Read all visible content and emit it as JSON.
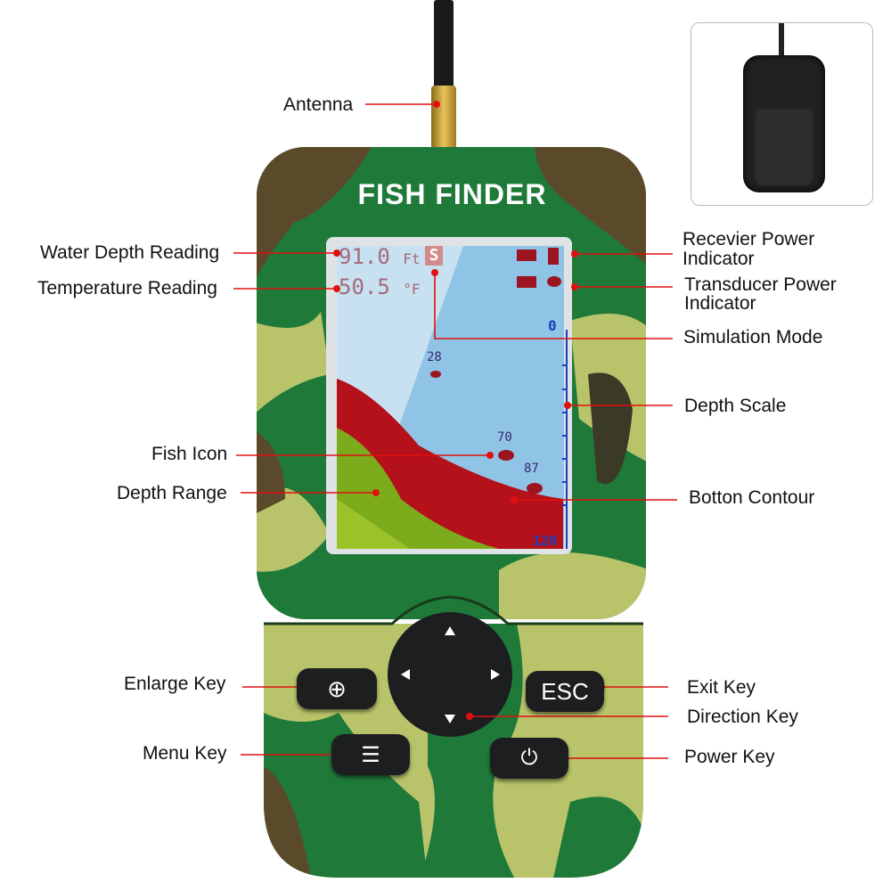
{
  "device": {
    "title": "FISH FINDER"
  },
  "screen": {
    "depth": "91.0",
    "depth_unit": "Ft",
    "sim": "S",
    "temp": "50.5",
    "temp_unit": "°F",
    "scale_top": "0",
    "scale_bottom": "120",
    "fish": [
      "28",
      "70",
      "87"
    ]
  },
  "keys": {
    "esc": "ESC"
  },
  "labels": {
    "antenna": "Antenna",
    "water_depth": "Water Depth Reading",
    "temperature": "Temperature Reading",
    "receiver_1": "Recevier Power",
    "receiver_2": "Indicator",
    "transducer_1": "Transducer Power",
    "transducer_2": "Indicator",
    "simulation": "Simulation Mode",
    "depth_scale": "Depth Scale",
    "fish_icon": "Fish Icon",
    "depth_range": "Depth Range",
    "bottom_contour": "Botton Contour",
    "enlarge": "Enlarge Key",
    "exit": "Exit Key",
    "direction": "Direction Key",
    "menu": "Menu Key",
    "power": "Power Key"
  },
  "colors": {
    "leader": "#e01010",
    "camo_dark": "#1f7a3a",
    "camo_light": "#b9c46a",
    "camo_brown": "#5a4a2a"
  }
}
